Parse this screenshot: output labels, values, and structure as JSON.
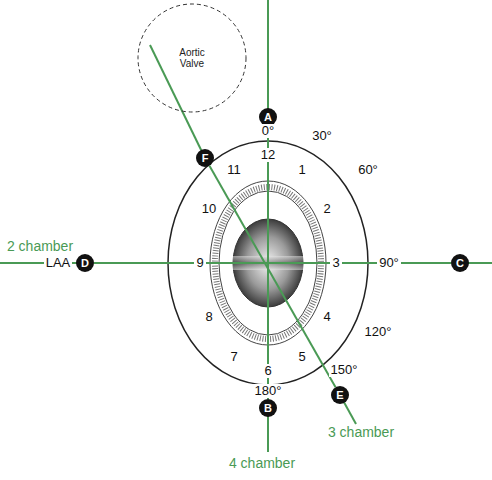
{
  "diagram": {
    "nodes": [
      {
        "text": [
          "Aortic Valve"
        ]
      },
      {
        "text": [
          "A"
        ]
      },
      {
        "text": [
          "F"
        ]
      },
      {
        "text": [
          "D"
        ]
      },
      {
        "text": [
          "C"
        ]
      },
      {
        "text": [
          "E"
        ]
      },
      {
        "text": [
          "B"
        ]
      }
    ],
    "edges": [
      {
        "from": 1,
        "to": 6,
        "arrow": "none"
      },
      {
        "from": 3,
        "to": 4,
        "arrow": "none"
      },
      {
        "from": 2,
        "to": 5,
        "arrow": "none"
      }
    ],
    "labels": [
      "0°",
      "30°",
      "12",
      "1",
      "60°",
      "2",
      "10",
      "11",
      "LAA",
      "9",
      "3",
      "90°",
      "8",
      "4",
      "120°",
      "7",
      "5",
      "150°",
      "6",
      "180°",
      "2 chamber",
      "3 chamber",
      "4 chamber"
    ]
  }
}
